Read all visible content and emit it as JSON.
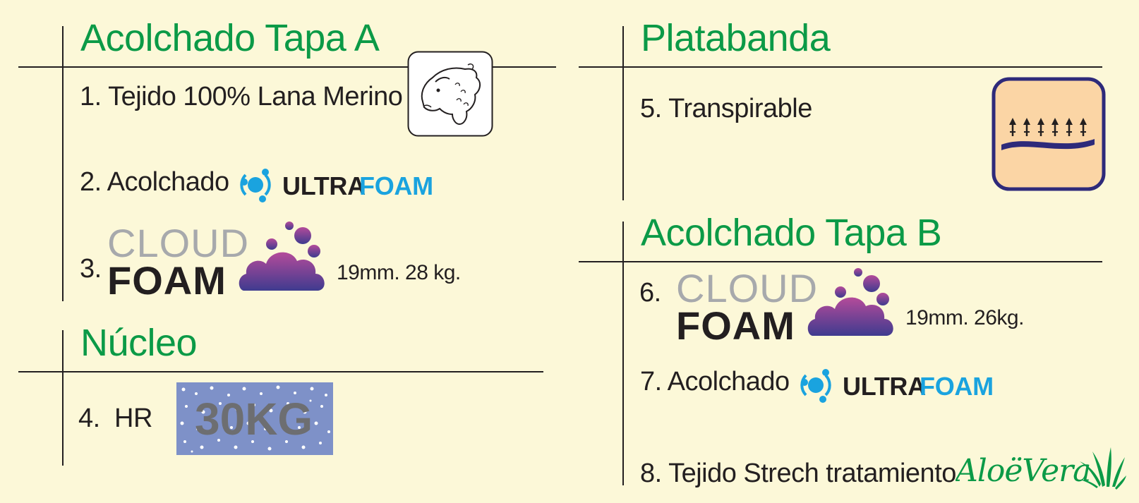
{
  "sections": {
    "tapa_a": {
      "title": "Acolchado Tapa A"
    },
    "platabanda": {
      "title": "Platabanda"
    },
    "nucleo": {
      "title": "Núcleo"
    },
    "tapa_b": {
      "title": "Acolchado Tapa B"
    }
  },
  "items": {
    "i1": "1. Tejido 100% Lana Merino",
    "i2": "2. Acolchado",
    "i3_num": "3.",
    "i3_spec": "19mm. 28 kg.",
    "i4_num": "4.",
    "i4_label": "HR",
    "i4_badge": "30KG",
    "i5": "5. Transpirable",
    "i6_num": "6.",
    "i6_spec": "19mm. 26kg.",
    "i7": "7. Acolchado",
    "i8": "8. Tejido Strech tratamiento"
  },
  "logos": {
    "ultrafoam_a": "ULTRA",
    "ultrafoam_b": "FOAM",
    "cloudfoam_a": "CLOUD",
    "cloudfoam_b": "FOAM",
    "aloe": "AloëVera"
  },
  "icons": {
    "sheep": "sheep-head-icon",
    "breathable": "breathable-arrows-icon",
    "ultrafoam": "ultrafoam-logo-icon",
    "cloudfoam": "cloud-bubbles-icon",
    "aloe": "aloe-leaves-icon"
  },
  "colors": {
    "background": "#fcf8d8",
    "title_green": "#0b9a47",
    "ultrafoam_blue": "#1aa3df",
    "cloud_purple_top": "#b44b9a",
    "cloud_purple_bottom": "#3f3b8f",
    "breathable_fill": "#fbd5a5",
    "breathable_border": "#2e2a7a",
    "hr_box": "#7e91c8",
    "aloe_green": "#0b9a47"
  }
}
